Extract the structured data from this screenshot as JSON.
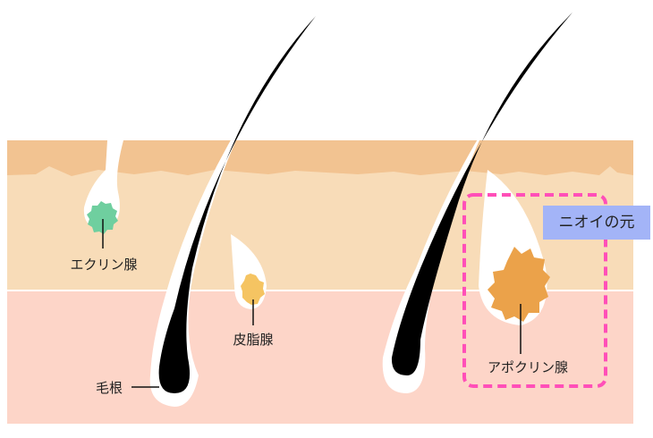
{
  "labels": {
    "eccrine": "エクリン腺",
    "sebaceous": "皮脂腺",
    "hair_root": "毛根",
    "apocrine": "アポクリン腺",
    "odor_source": "ニオイの元"
  },
  "colors": {
    "epidermis_top": "#f2c391",
    "epidermis": "#f8dcb8",
    "dermis": "#fdd5c8",
    "eccrine": "#6fcf9f",
    "sebaceous": "#f5c462",
    "apocrine": "#eba24a",
    "highlight_box": "#ff4fb8",
    "tag_bg": "#a3b4f7"
  }
}
